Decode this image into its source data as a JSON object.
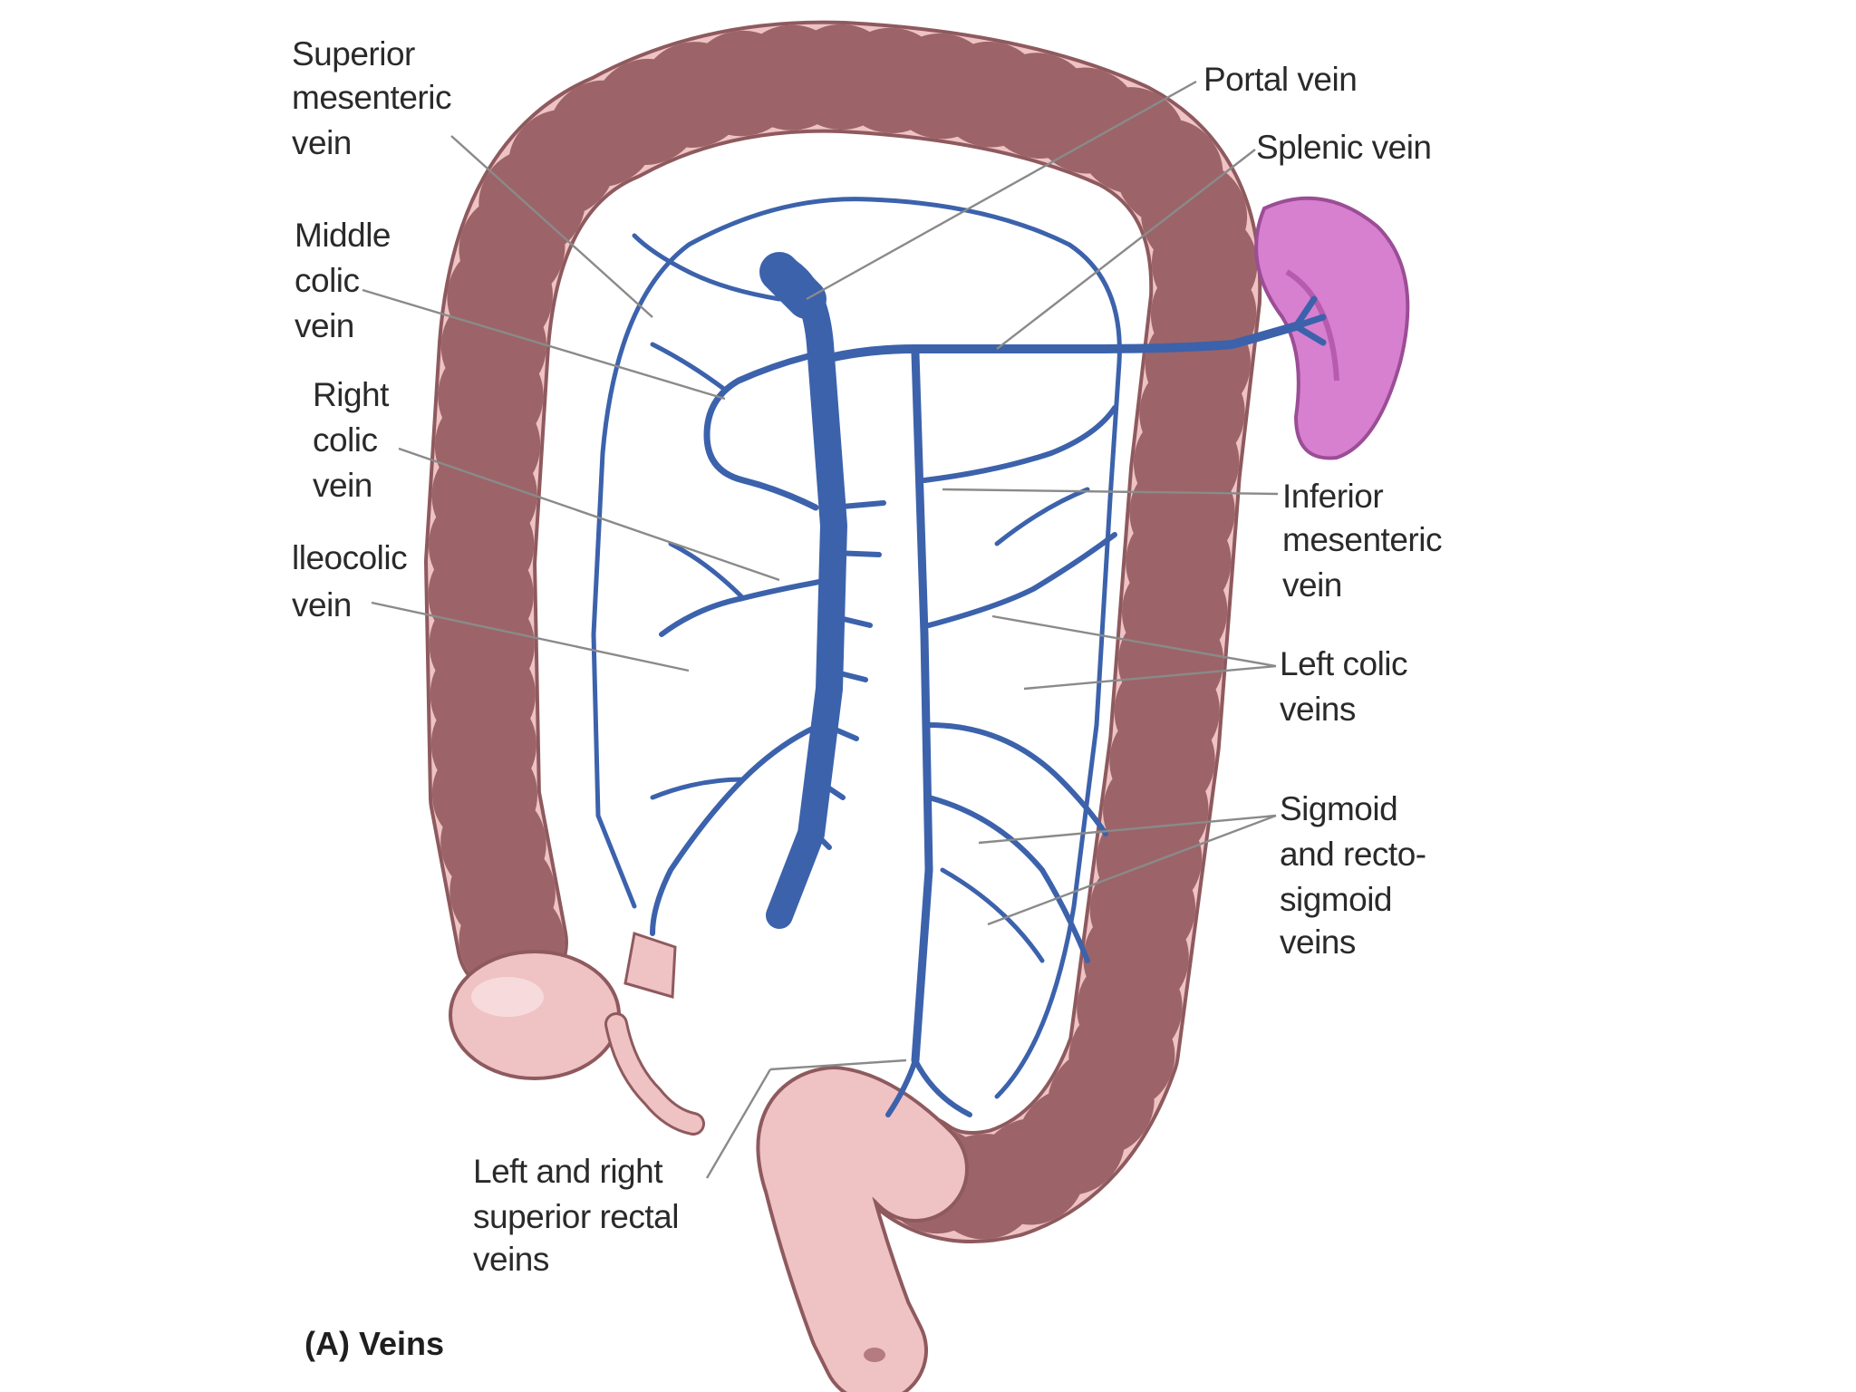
{
  "figure": {
    "caption": "(A) Veins",
    "labels": {
      "superior_mesenteric": [
        "Superior",
        "mesenteric",
        "vein"
      ],
      "middle_colic": [
        "Middle",
        "colic",
        "vein"
      ],
      "right_colic": [
        "Right",
        "colic",
        "vein"
      ],
      "ileocolic": [
        "lleocolic",
        "vein"
      ],
      "portal": [
        "Portal vein"
      ],
      "splenic": [
        "Splenic vein"
      ],
      "inferior_mesenteric": [
        "Inferior",
        "mesenteric",
        "vein"
      ],
      "left_colic": [
        "Left colic",
        "veins"
      ],
      "sigmoid": [
        "Sigmoid",
        "and recto-",
        "sigmoid",
        "veins"
      ],
      "superior_rectal": [
        "Left and right",
        "superior rectal",
        "veins"
      ]
    }
  },
  "colors": {
    "colon_fill": "#efc2c4",
    "colon_outline": "#8e5a5e",
    "vein": "#3c62ac",
    "spleen": "#d680cf",
    "leader": "#8a8a8a",
    "text": "#2a2a2a"
  }
}
